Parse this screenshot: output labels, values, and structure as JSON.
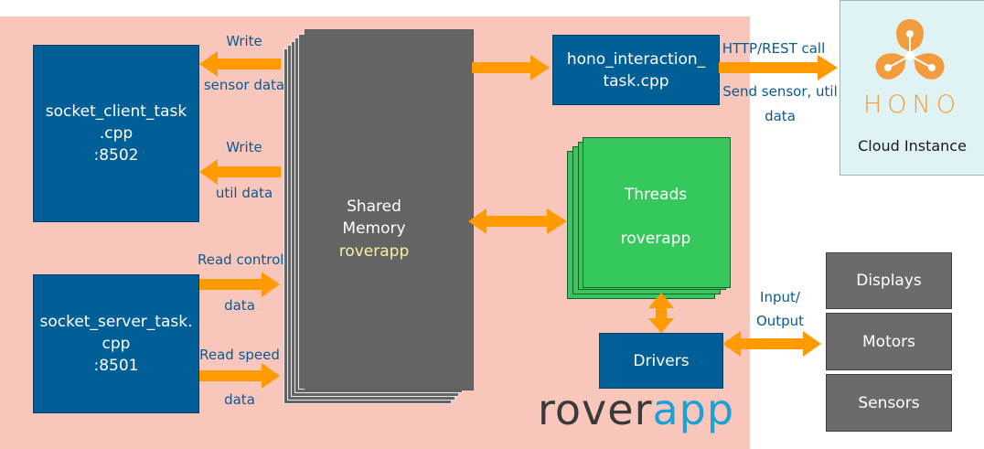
{
  "client_box": {
    "line1": "socket_client_task",
    "line2": ".cpp",
    "line3": ":8502"
  },
  "server_box": {
    "line1": "socket_server_task.",
    "line2": "cpp",
    "line3": ":8501"
  },
  "shared_memory": {
    "line1": "Shared",
    "line2": "Memory",
    "sub": "roverapp"
  },
  "hono_task": {
    "line1": "hono_interaction_",
    "line2": "task.cpp"
  },
  "threads": {
    "title": "Threads",
    "sub": "roverapp"
  },
  "drivers": {
    "label": "Drivers"
  },
  "labels": {
    "write_sensor_1": "Write",
    "write_sensor_2": "sensor data",
    "write_util_1": "Write",
    "write_util_2": "util data",
    "read_control_1": "Read control",
    "read_control_2": "data",
    "read_speed_1": "Read speed",
    "read_speed_2": "data",
    "http_call": "HTTP/REST call",
    "send_1": "Send sensor, util",
    "send_2": "data",
    "io_1": "Input/",
    "io_2": "Output"
  },
  "cloud": {
    "logo": "HONO",
    "label": "Cloud Instance"
  },
  "devices": {
    "displays": "Displays",
    "motors": "Motors",
    "sensors": "Sensors"
  },
  "brand": {
    "part1": "rover",
    "part2": "app"
  },
  "colors": {
    "panel": "#f9c6bb",
    "blue": "#005f96",
    "memory": "#646464",
    "threads": "#36c85c",
    "arrow": "#ff9a00",
    "label": "#0b5a8f",
    "cloud_bg": "#dff3f4",
    "hono_orange": "#f39c3d",
    "device_gray": "#6b6b6b",
    "yellow_text": "#f5f3a0"
  }
}
